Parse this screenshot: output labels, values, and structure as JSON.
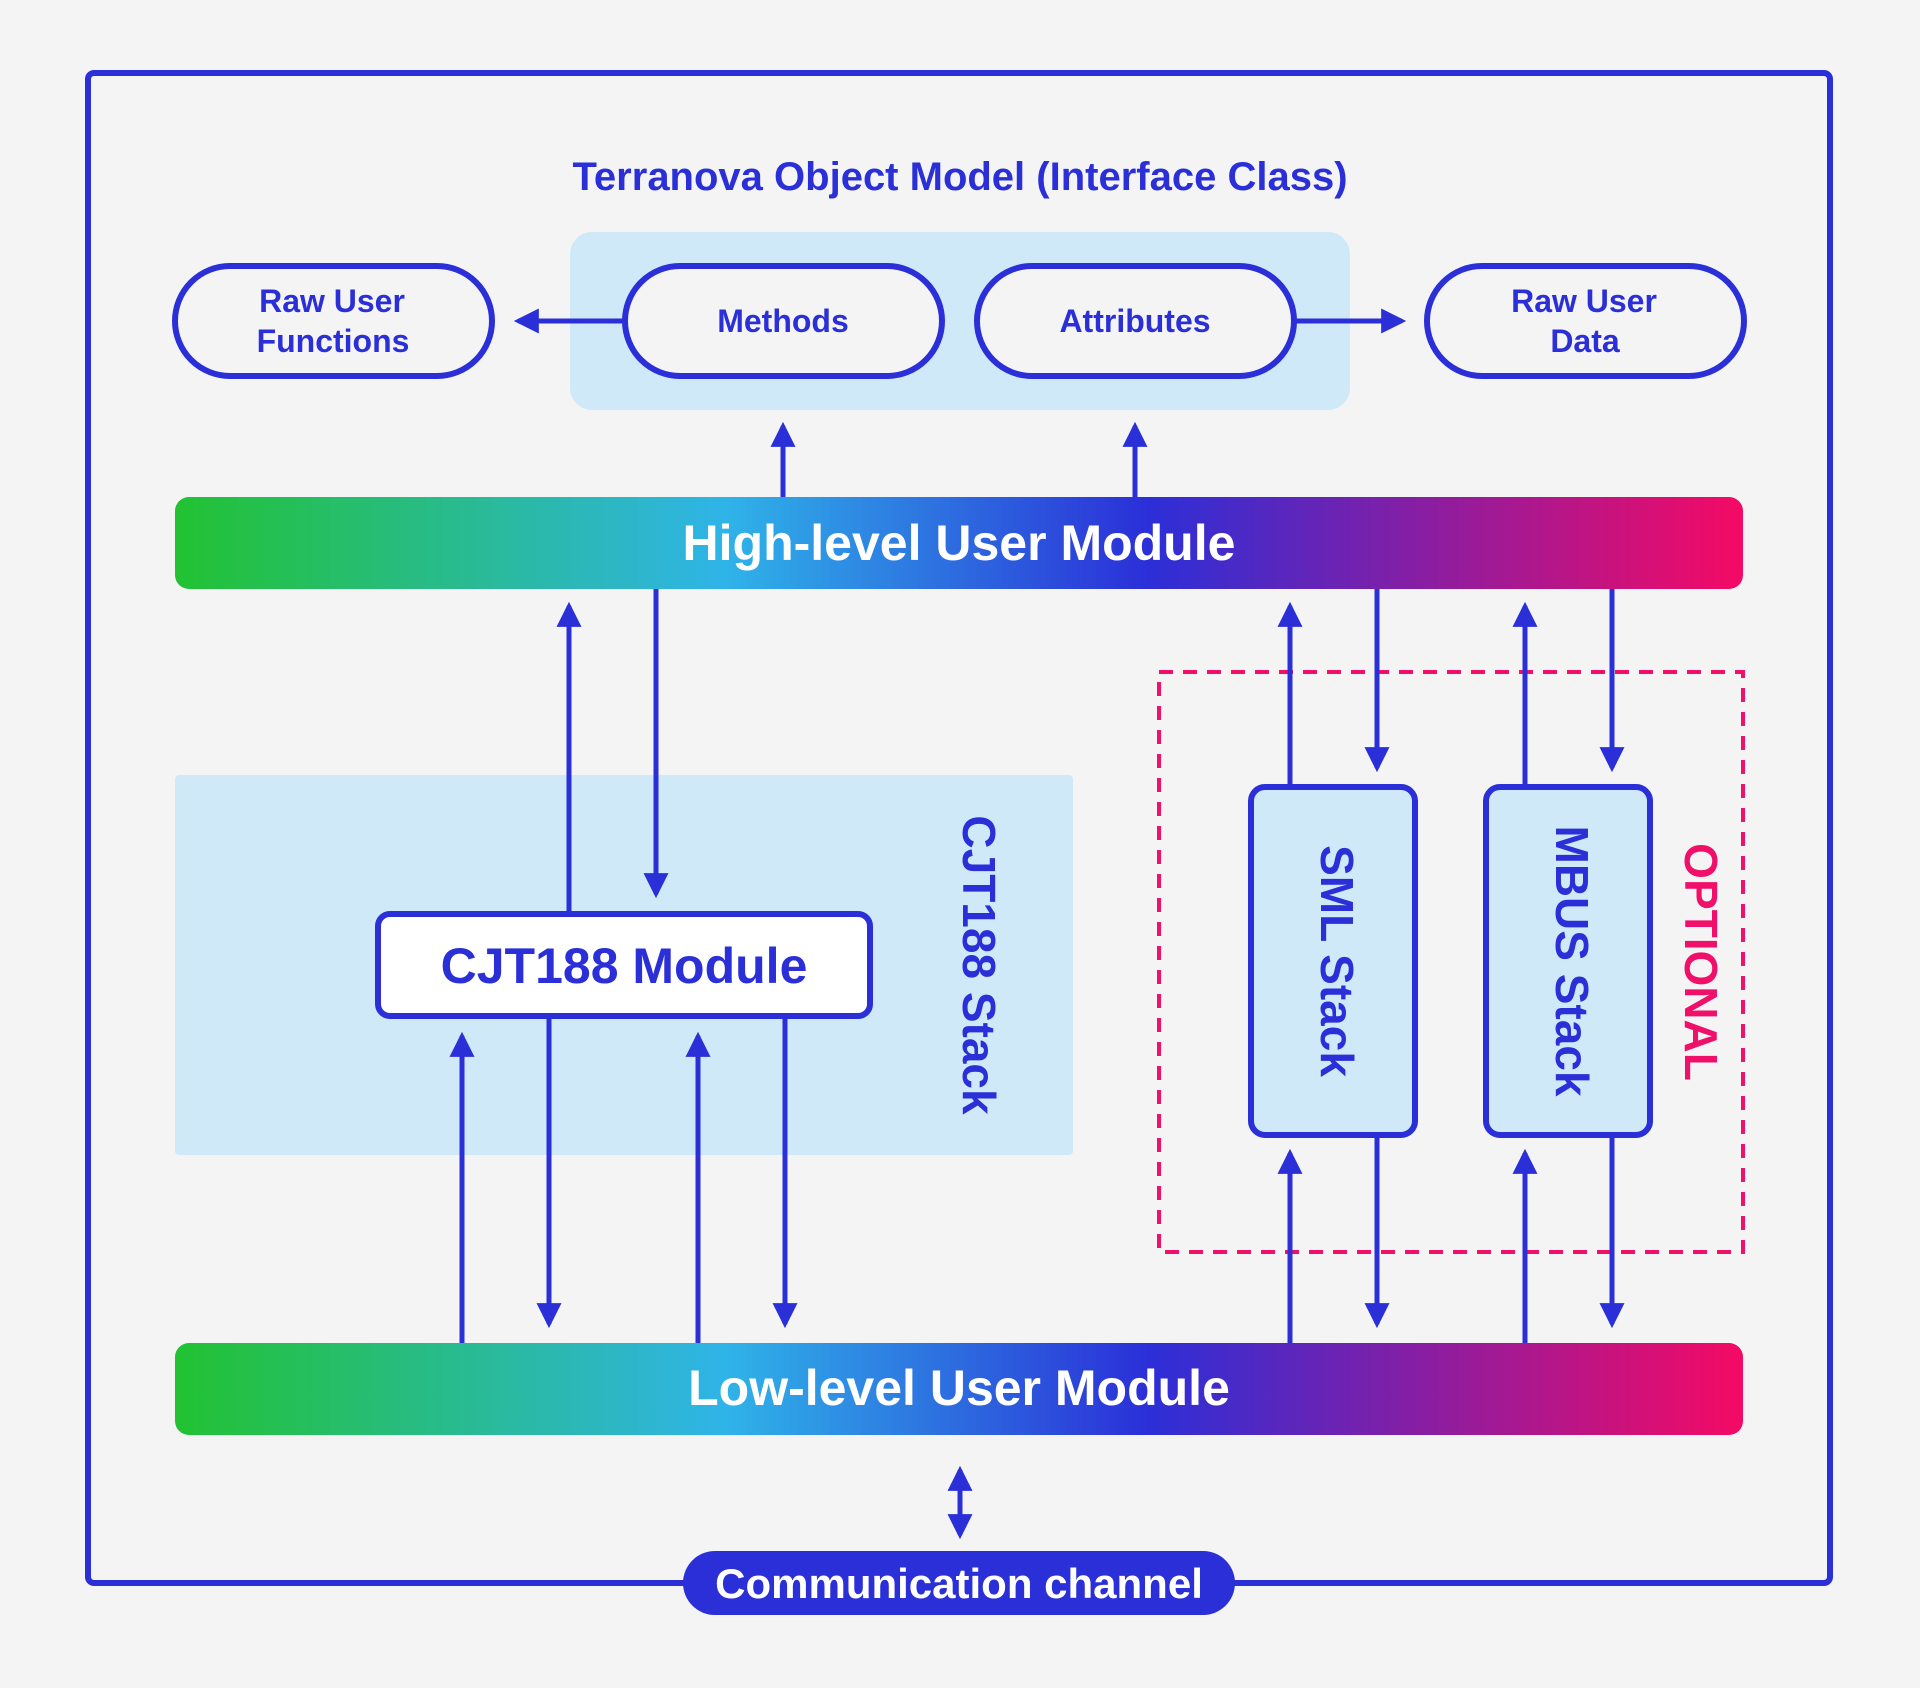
{
  "diagram": {
    "title": "Terranova Object Model (Interface Class)",
    "nodes": {
      "raw_user_functions": [
        "Raw User",
        "Functions"
      ],
      "methods": "Methods",
      "attributes": "Attributes",
      "raw_user_data": [
        "Raw User",
        "Data"
      ],
      "high_level_module": "High-level User Module",
      "low_level_module": "Low-level User Module",
      "cjt188_module": "CJT188 Module",
      "cjt188_stack": "CJT188 Stack",
      "sml_stack": "SML Stack",
      "mbus_stack": "MBUS Stack",
      "optional": "OPTIONAL",
      "communication_channel": "Communication channel"
    },
    "colors": {
      "primary": "#2b2fd8",
      "light_fill": "#cfe9f8",
      "optional_accent": "#f0106a",
      "gradient": [
        "#22c232",
        "#2fb4e8",
        "#2b2fd8",
        "#f50a64"
      ],
      "background": "#f4f4f5"
    }
  }
}
